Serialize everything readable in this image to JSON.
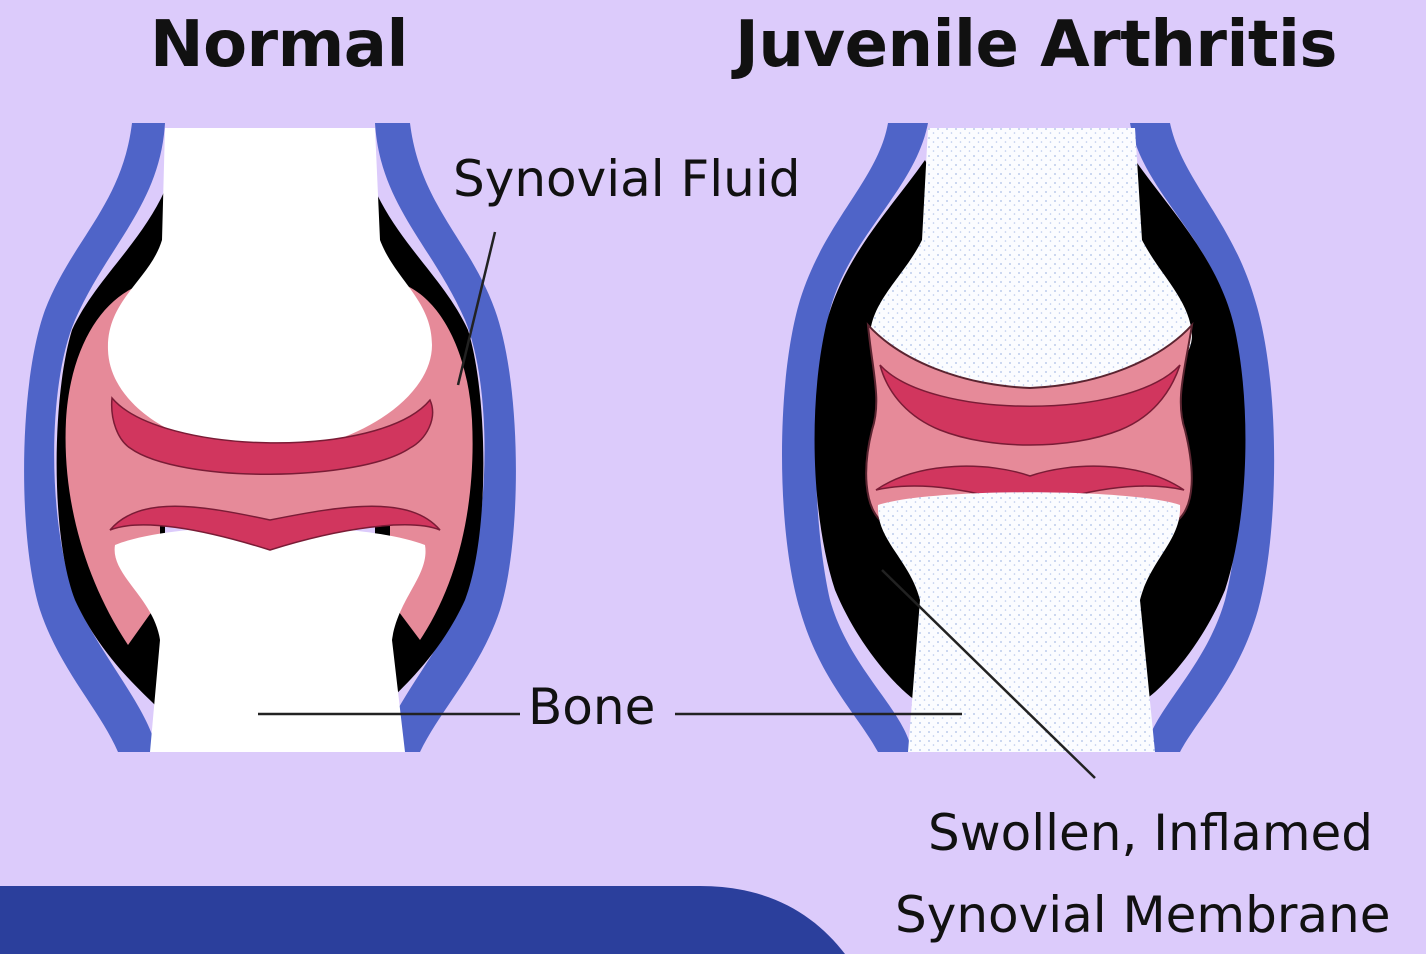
{
  "titles": {
    "normal": "Normal",
    "juvenile": "Juvenile Arthritis"
  },
  "labels": {
    "synovial_fluid": "Synovial Fluid",
    "bone": "Bone",
    "swollen_line1": "Swollen, Inflamed",
    "swollen_line2": "Synovial Membrane"
  },
  "colors": {
    "background": "#dccbfb",
    "capsule": "#4f64c8",
    "synovial_space": "#000000",
    "synovial_fluid": "#e68a99",
    "cartilage": "#d1365e",
    "bone": "#ffffff",
    "footer_band": "#2b3f9c"
  }
}
